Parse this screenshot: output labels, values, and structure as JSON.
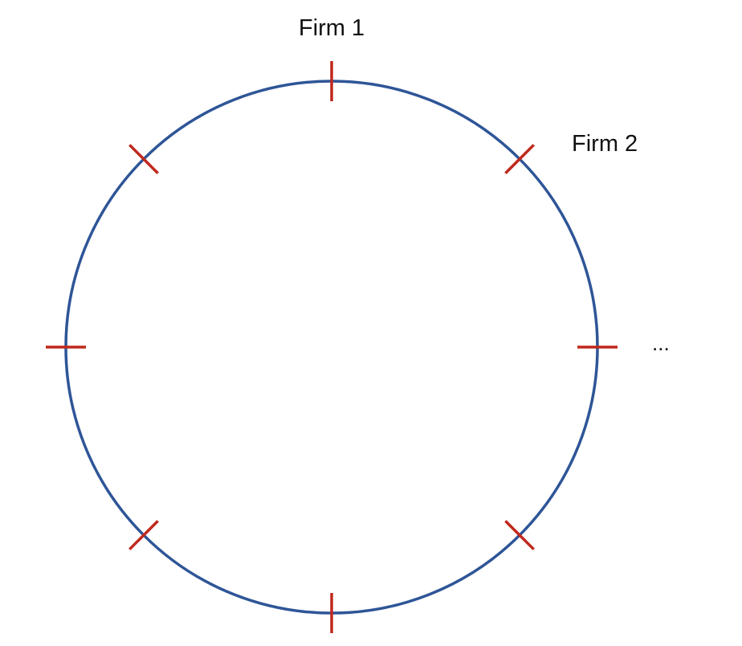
{
  "diagram": {
    "labels": {
      "firm1": "Firm 1",
      "firm2": "Firm 2",
      "ellipsis": "..."
    },
    "circle_color": "#2E5597",
    "tick_color": "#C0281D",
    "firm_count_shown": 8
  }
}
